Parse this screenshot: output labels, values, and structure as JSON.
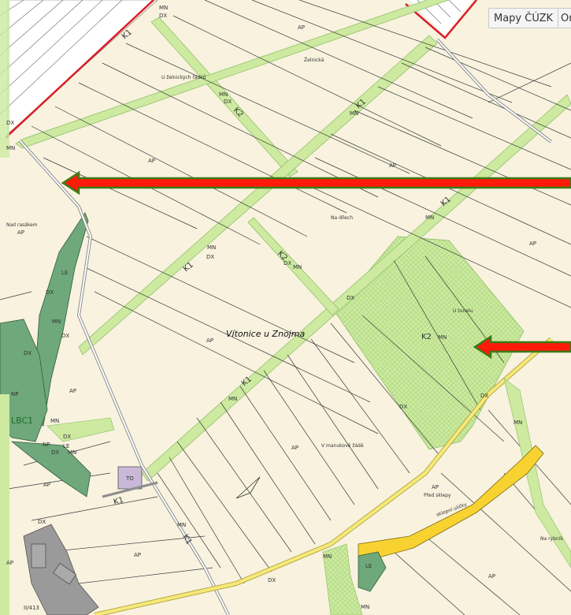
{
  "map": {
    "cadastral_name": "Vítonice u Znojma",
    "layer_switcher": {
      "active_label": "Mapy ČÚZK",
      "next_label": "Ort"
    },
    "localities": {
      "zelnicka": "Želnická",
      "u_zelnickych": "U želnických řádků",
      "na_dilech": "Na dílech",
      "nad_rasakem": "Nad rasákem",
      "u_tunelu": "U tunelu",
      "v_manukove": "V manukově žádě",
      "pred_sklepy": "Před sklepy",
      "sklepni": "sklepní uličky",
      "na_rybnik": "Na rybník"
    },
    "zones": {
      "ap": "AP",
      "mn": "MN",
      "dx": "DX",
      "le": "LE",
      "np": "NP",
      "to": "TO",
      "lbc": "LBC1",
      "k1": "K1",
      "k2": "K2",
      "road_ref": "II/413"
    },
    "colors": {
      "background": "#f8f2df",
      "green_area": "#c8ea9a",
      "forest": "#6fa87a",
      "arrow_fill": "#ff1a0a",
      "arrow_outline": "#3c7a18",
      "border_red": "#d81e2a",
      "road_yellow": "#f5e97a",
      "village_yellow": "#f8d230"
    },
    "icons": [
      "red-arrow-icon",
      "red-arrow-icon"
    ]
  }
}
